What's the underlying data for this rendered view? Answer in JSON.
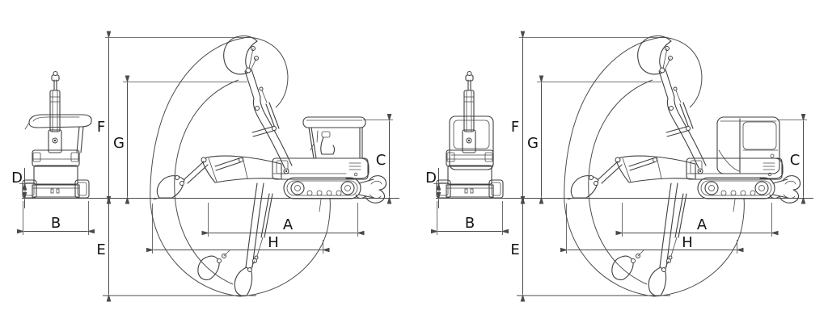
{
  "figure": {
    "description": "Mini excavator dimension and working-range line diagram, two machine variants side by side",
    "panels": [
      {
        "id": "left",
        "variant": "canopy",
        "labels": {
          "A": "A",
          "B": "B",
          "C": "C",
          "D": "D",
          "E": "E",
          "F": "F",
          "G": "G",
          "H": "H"
        }
      },
      {
        "id": "right",
        "variant": "cab",
        "labels": {
          "A": "A",
          "B": "B",
          "C": "C",
          "D": "D",
          "E": "E",
          "F": "F",
          "G": "G",
          "H": "H"
        }
      }
    ],
    "colors": {
      "drawing": "#3f3f3f",
      "dimension": "#4a4a4a",
      "label": "#141414",
      "background": "#ffffff"
    }
  }
}
